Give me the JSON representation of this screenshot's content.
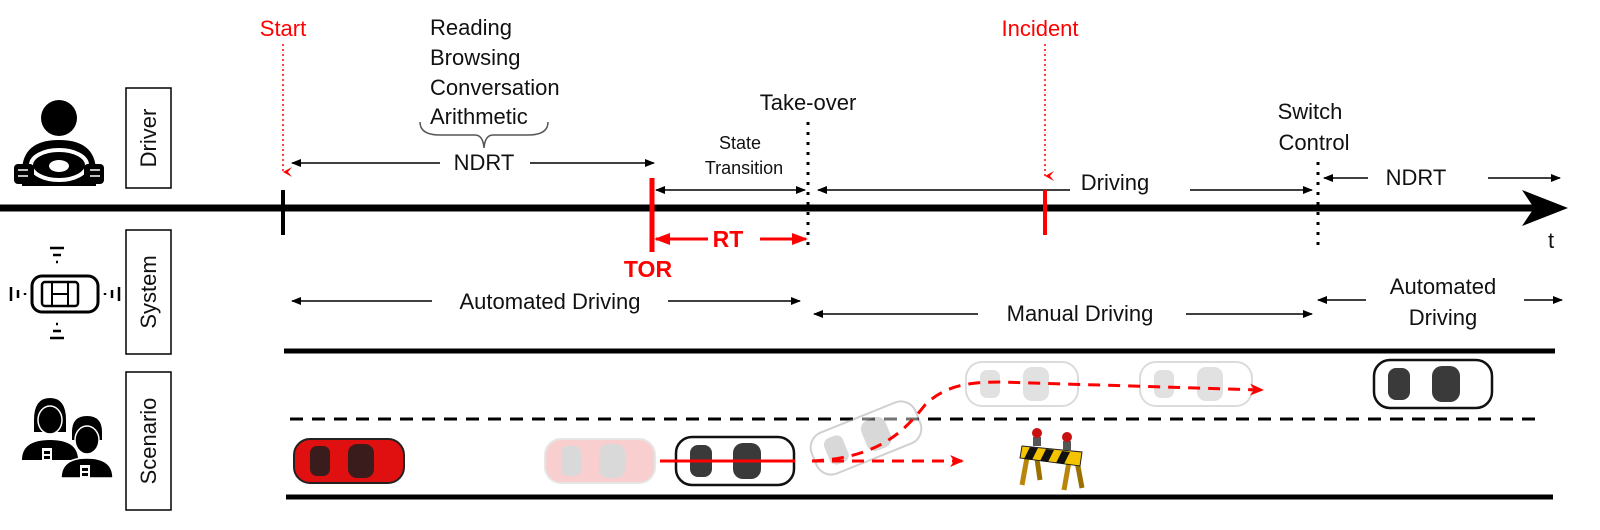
{
  "rows": {
    "driver": {
      "label": "Driver",
      "icon": "driver-steering-wheel-icon"
    },
    "system": {
      "label": "System",
      "icon": "car-sensors-icon"
    },
    "scenario": {
      "label": "Scenario",
      "icon": "people-badge-icon"
    }
  },
  "events": {
    "start": "Start",
    "incident": "Incident",
    "take_over": "Take-over",
    "switch_control_line1": "Switch",
    "switch_control_line2": "Control",
    "tor": "TOR",
    "rt": "RT",
    "time_axis": "t"
  },
  "ndrt_tasks": [
    "Reading",
    "Browsing",
    "Conversation",
    "Arithmetic"
  ],
  "driver_phases": {
    "ndrt_1": "NDRT",
    "state_transition_line1": "State",
    "state_transition_line2": "Transition",
    "driving": "Driving",
    "ndrt_2": "NDRT"
  },
  "system_phases": {
    "automated_1": "Automated Driving",
    "manual": "Manual Driving",
    "automated_2_line1": "Automated",
    "automated_2_line2": "Driving"
  },
  "colors": {
    "accent_red": "#ff0000",
    "ink": "#000000",
    "car_red": "#e01010",
    "barrier_yellow": "#f5c400",
    "barrier_wood": "#b8860b"
  }
}
